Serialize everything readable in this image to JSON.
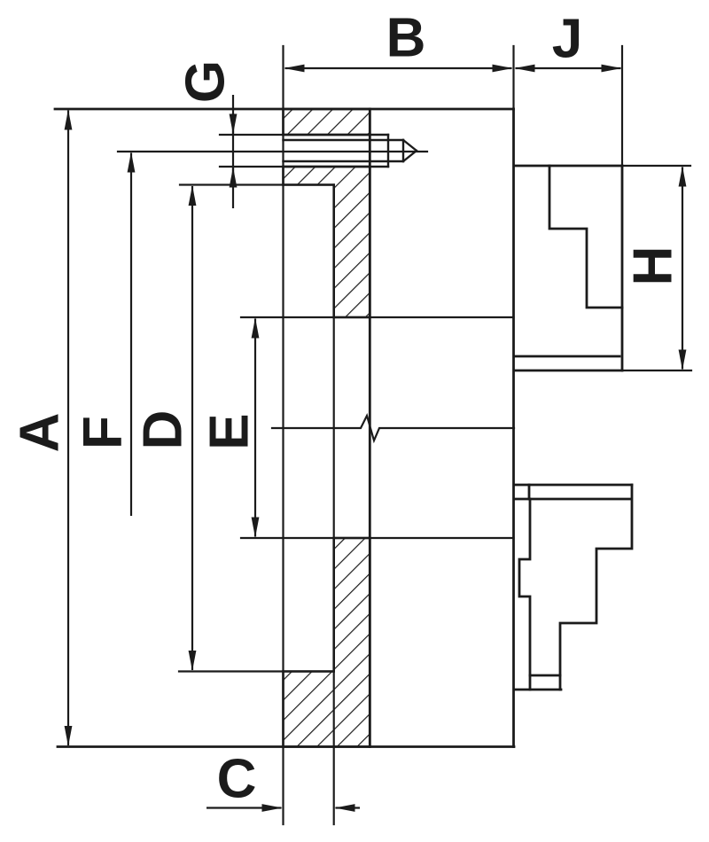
{
  "drawing": {
    "type": "technical-drawing",
    "subject": "Lathe chuck cross-section: back plate with mounting bolt, chuck body and two reversible stepped jaws",
    "line_color": "#1b1b1b",
    "background_color": "#ffffff"
  },
  "labels": {
    "A": "A",
    "B": "B",
    "C": "C",
    "D": "D",
    "E": "E",
    "F": "F",
    "G": "G",
    "H": "H",
    "J": "J"
  }
}
